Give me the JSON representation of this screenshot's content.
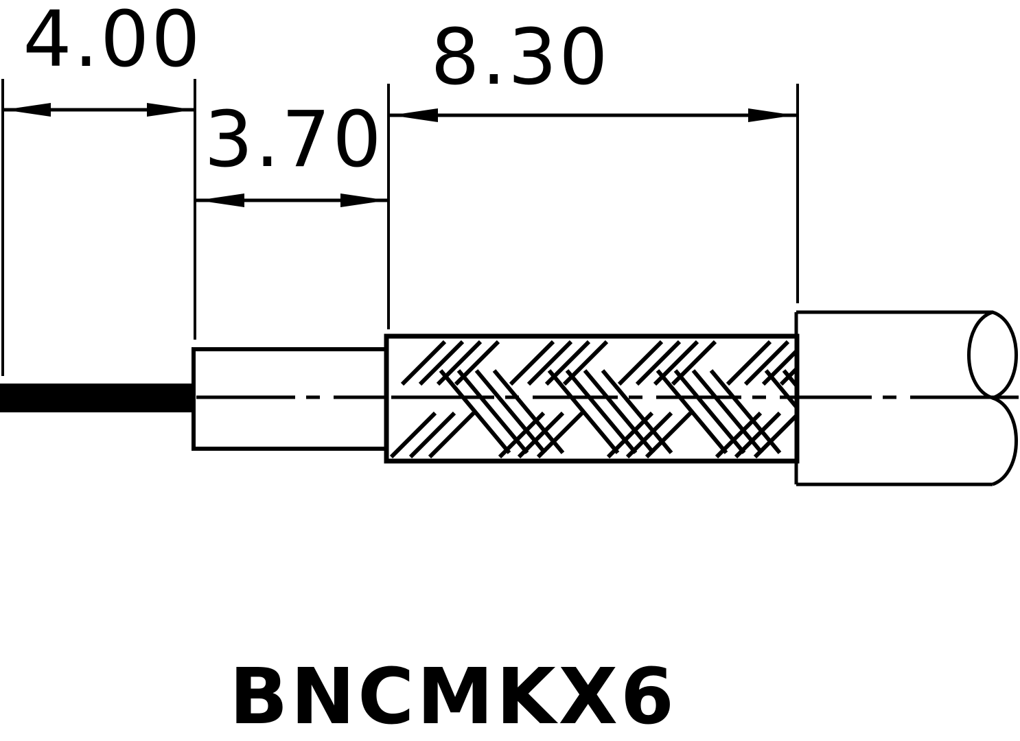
{
  "dimensions": {
    "pin_length": "4.00",
    "dielectric_length": "3.70",
    "braid_length": "8.30"
  },
  "part_number": "BNCMKX6",
  "colors": {
    "ink": "#000000",
    "background": "#ffffff"
  }
}
